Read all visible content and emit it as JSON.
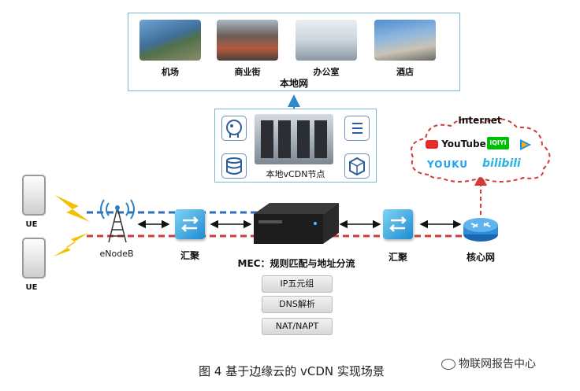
{
  "local_network": {
    "title": "本地网",
    "sites": [
      {
        "label": "机场"
      },
      {
        "label": "商业街"
      },
      {
        "label": "办公室"
      },
      {
        "label": "酒店"
      }
    ]
  },
  "vcdn_node": {
    "label": "本地vCDN节点"
  },
  "internet": {
    "title": "Internet",
    "logos": [
      {
        "text": "YouTube"
      },
      {
        "text": "iQIYI"
      },
      {
        "text": "YOUKU"
      },
      {
        "text": "bilibili"
      }
    ]
  },
  "devices": {
    "ue1": "UE",
    "ue2": "UE",
    "enodeb": "eNodeB",
    "agg_left": "汇聚",
    "agg_right": "汇聚",
    "core": "核心网",
    "mec": "MEC：规则匹配与地址分流"
  },
  "mec_functions": [
    {
      "label": "IP五元组"
    },
    {
      "label": "DNS解析"
    },
    {
      "label": "NAT/NAPT"
    }
  ],
  "caption": "图 4   基于边缘云的 vCDN 实现场景",
  "watermark": "物联网报告中心",
  "colors": {
    "blue_dash": "#2e6fb4",
    "red_dash": "#d23a3a",
    "panel_border": "#7ab8d6"
  }
}
